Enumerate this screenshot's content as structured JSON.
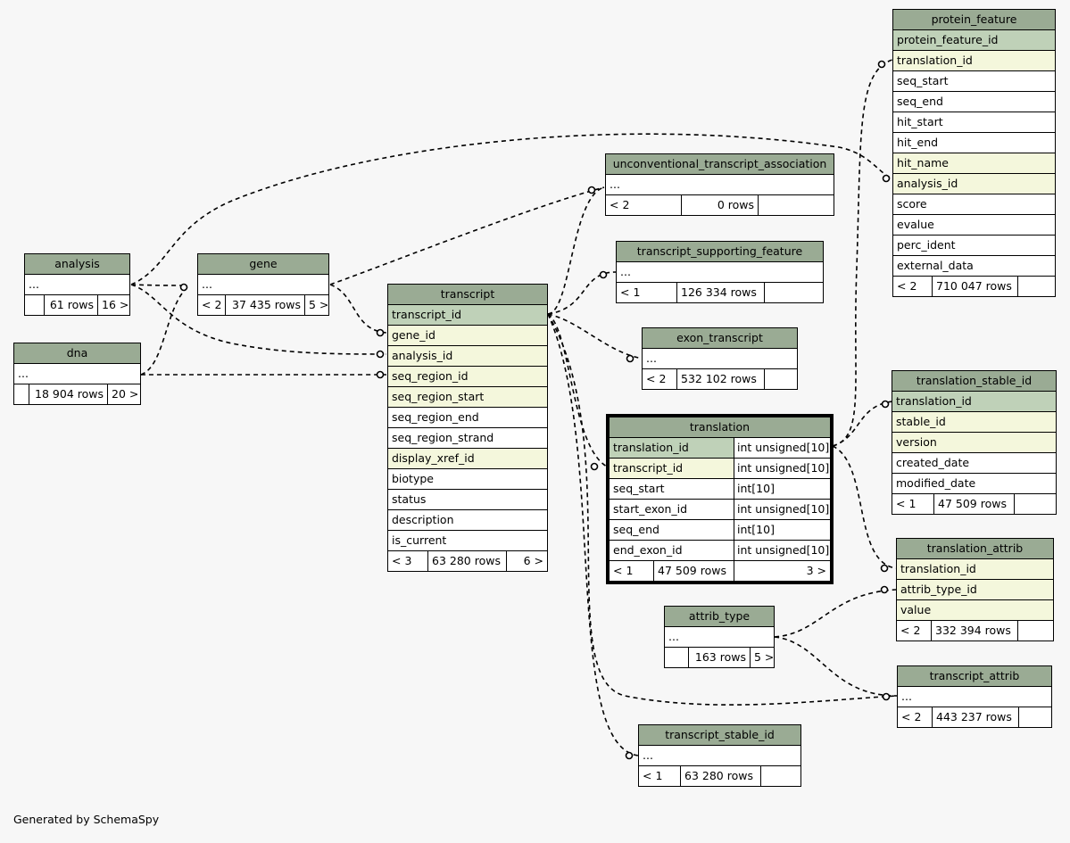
{
  "diagram": {
    "credit": "Generated by SchemaSpy",
    "colors": {
      "header": "#9aab94",
      "primary_key": "#bfd1b8",
      "foreign_key": "#f4f7dc",
      "background": "#f7f7f7"
    },
    "tables": {
      "analysis": {
        "name": "analysis",
        "rows": [
          "..."
        ],
        "footer": [
          "",
          "61 rows",
          "16 >"
        ]
      },
      "dna": {
        "name": "dna",
        "rows": [
          "..."
        ],
        "footer": [
          "",
          "18 904 rows",
          "20 >"
        ]
      },
      "gene": {
        "name": "gene",
        "rows": [
          "..."
        ],
        "footer": [
          "< 2",
          "37 435 rows",
          "5 >"
        ]
      },
      "transcript": {
        "name": "transcript",
        "rows": [
          "transcript_id",
          "gene_id",
          "analysis_id",
          "seq_region_id",
          "seq_region_start",
          "seq_region_end",
          "seq_region_strand",
          "display_xref_id",
          "biotype",
          "status",
          "description",
          "is_current"
        ],
        "footer": [
          "< 3",
          "63 280 rows",
          "6 >"
        ]
      },
      "unconventional_transcript_association": {
        "name": "unconventional_transcript_association",
        "rows": [
          "..."
        ],
        "footer": [
          "< 2",
          "0 rows",
          ""
        ]
      },
      "transcript_supporting_feature": {
        "name": "transcript_supporting_feature",
        "rows": [
          "..."
        ],
        "footer": [
          "< 1",
          "126 334 rows",
          ""
        ]
      },
      "exon_transcript": {
        "name": "exon_transcript",
        "rows": [
          "..."
        ],
        "footer": [
          "< 2",
          "532 102 rows",
          ""
        ]
      },
      "translation": {
        "name": "translation",
        "columns": [
          {
            "name": "translation_id",
            "type": "int unsigned[10]"
          },
          {
            "name": "transcript_id",
            "type": "int unsigned[10]"
          },
          {
            "name": "seq_start",
            "type": "int[10]"
          },
          {
            "name": "start_exon_id",
            "type": "int unsigned[10]"
          },
          {
            "name": "seq_end",
            "type": "int[10]"
          },
          {
            "name": "end_exon_id",
            "type": "int unsigned[10]"
          }
        ],
        "footer": [
          "< 1",
          "47 509 rows",
          "3 >"
        ]
      },
      "attrib_type": {
        "name": "attrib_type",
        "rows": [
          "..."
        ],
        "footer": [
          "",
          "163 rows",
          "5 >"
        ]
      },
      "transcript_stable_id": {
        "name": "transcript_stable_id",
        "rows": [
          "..."
        ],
        "footer": [
          "< 1",
          "63 280 rows",
          ""
        ]
      },
      "protein_feature": {
        "name": "protein_feature",
        "rows": [
          "protein_feature_id",
          "translation_id",
          "seq_start",
          "seq_end",
          "hit_start",
          "hit_end",
          "hit_name",
          "analysis_id",
          "score",
          "evalue",
          "perc_ident",
          "external_data"
        ],
        "footer": [
          "< 2",
          "710 047 rows",
          ""
        ]
      },
      "translation_stable_id": {
        "name": "translation_stable_id",
        "rows": [
          "translation_id",
          "stable_id",
          "version",
          "created_date",
          "modified_date"
        ],
        "footer": [
          "< 1",
          "47 509 rows",
          ""
        ]
      },
      "translation_attrib": {
        "name": "translation_attrib",
        "rows": [
          "translation_id",
          "attrib_type_id",
          "value"
        ],
        "footer": [
          "< 2",
          "332 394 rows",
          ""
        ]
      },
      "transcript_attrib": {
        "name": "transcript_attrib",
        "rows": [
          "..."
        ],
        "footer": [
          "< 2",
          "443 237 rows",
          ""
        ]
      }
    }
  }
}
